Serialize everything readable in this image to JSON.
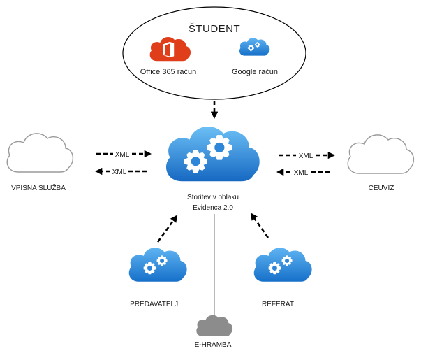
{
  "student": {
    "title": "ŠTUDENT",
    "office_label": "Office 365 račun",
    "google_label": "Google račun"
  },
  "center": {
    "line1": "Storitev v oblaku",
    "line2": "Evidenca 2.0"
  },
  "left_node": {
    "label": "VPISNA SLUŽBA"
  },
  "right_node": {
    "label": "CEUVIZ"
  },
  "bottom_left_node": {
    "label": "PREDAVATELJI"
  },
  "bottom_right_node": {
    "label": "REFERAT"
  },
  "bottom_node": {
    "label": "E-HRAMBA"
  },
  "arrows": {
    "left_out": "XML",
    "left_in": "XML",
    "right_out": "XML",
    "right_in": "XML"
  },
  "colors": {
    "cloud_blue": "#1e7fd6",
    "cloud_blue_light": "#63b6f0",
    "office_red": "#e03e1a",
    "outline_gray": "#9a9a9a",
    "archive_gray": "#8c8c8c"
  }
}
